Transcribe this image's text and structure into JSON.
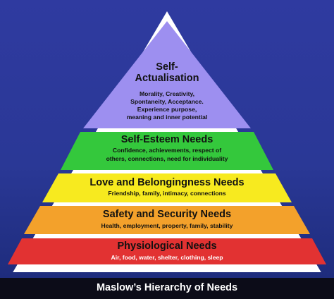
{
  "diagram": {
    "tiers": [
      {
        "title_line1": "Self-",
        "title_line2": "Actualisation",
        "desc_lines": [
          "Morality, Creativity,",
          "Spontaneity, Acceptance.",
          "Experience purpose,",
          "meaning and inner potential"
        ],
        "color": "#9d8ff0"
      },
      {
        "title": "Self-Esteem Needs",
        "desc_lines": [
          "Confidence, achievements, respect of",
          "others, connections, need for individuality"
        ],
        "color": "#34c83c"
      },
      {
        "title": "Love and Belongingness Needs",
        "desc_lines": [
          "Friendship, family, intimacy, connections"
        ],
        "color": "#f7ea1f"
      },
      {
        "title": "Safety and Security Needs",
        "desc_lines": [
          "Health, employment, property, family, stability"
        ],
        "color": "#f3a12b"
      },
      {
        "title": "Physiological Needs",
        "desc_lines": [
          "Air, food, water, shelter, clothing, sleep"
        ],
        "color": "#e23232"
      }
    ],
    "caption": "Maslow’s Hierarchy of Needs",
    "colors": {
      "background": "#2f3aa0",
      "outline": "#ffffff",
      "footer": "#0c0c18"
    }
  }
}
